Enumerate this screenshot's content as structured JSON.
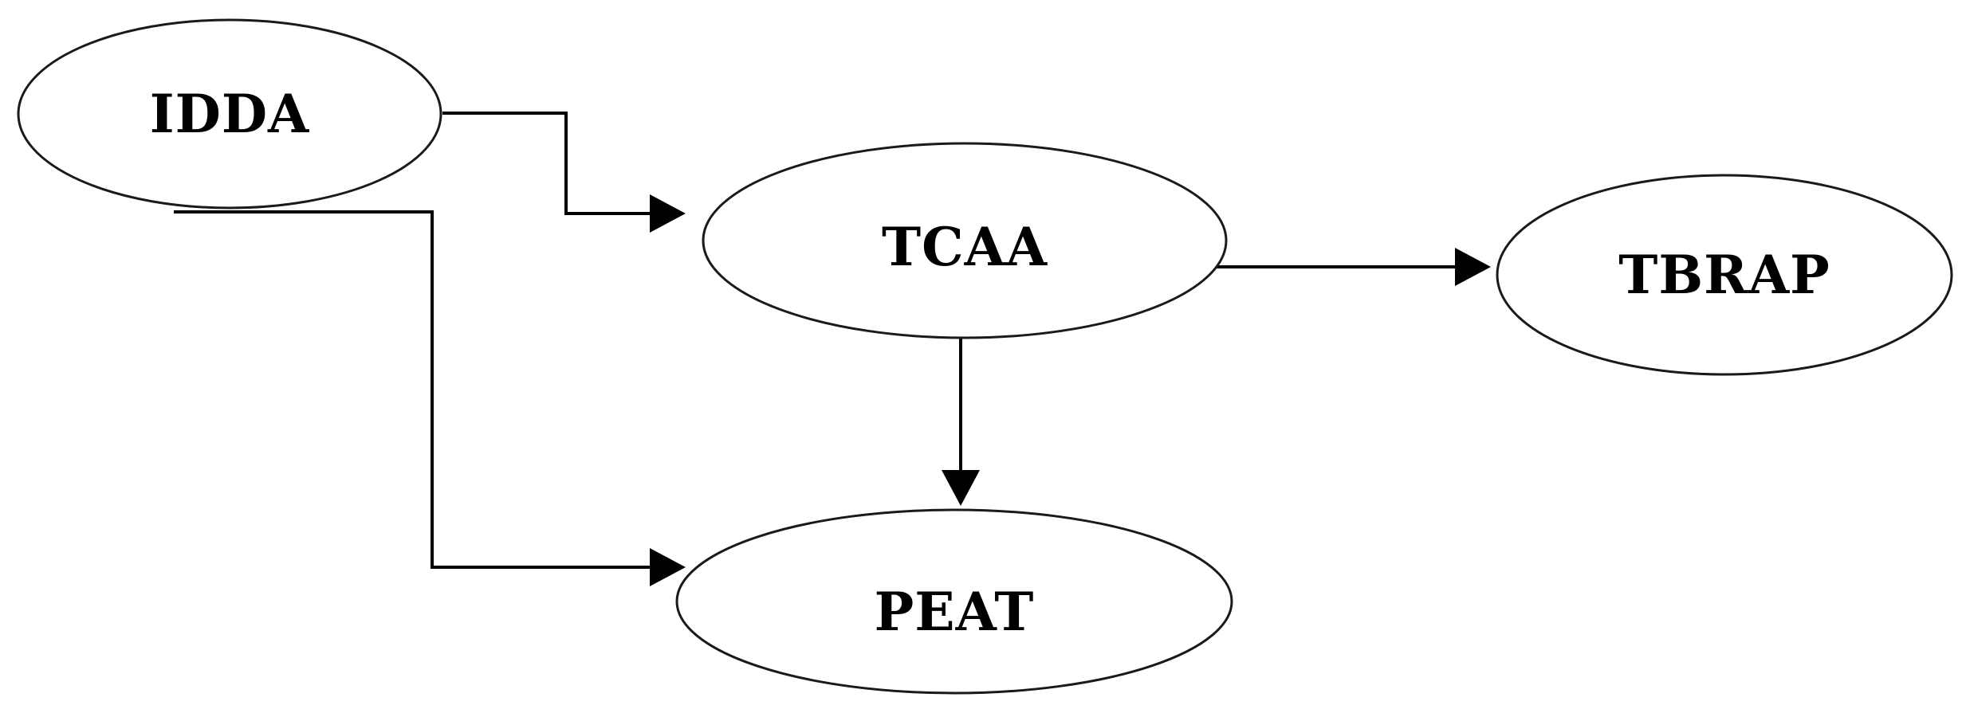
{
  "diagram": {
    "nodes": [
      {
        "id": "idda",
        "label": "IDDA"
      },
      {
        "id": "tcaa",
        "label": "TCAA"
      },
      {
        "id": "tbrap",
        "label": "TBRAP"
      },
      {
        "id": "peat",
        "label": "PEAT"
      }
    ],
    "edges": [
      {
        "from": "idda",
        "to": "tcaa"
      },
      {
        "from": "idda",
        "to": "peat"
      },
      {
        "from": "tcaa",
        "to": "tbrap"
      },
      {
        "from": "tcaa",
        "to": "peat"
      }
    ],
    "colors": {
      "stroke": "#1a1a1a",
      "text": "#000000",
      "background": "#ffffff"
    }
  }
}
